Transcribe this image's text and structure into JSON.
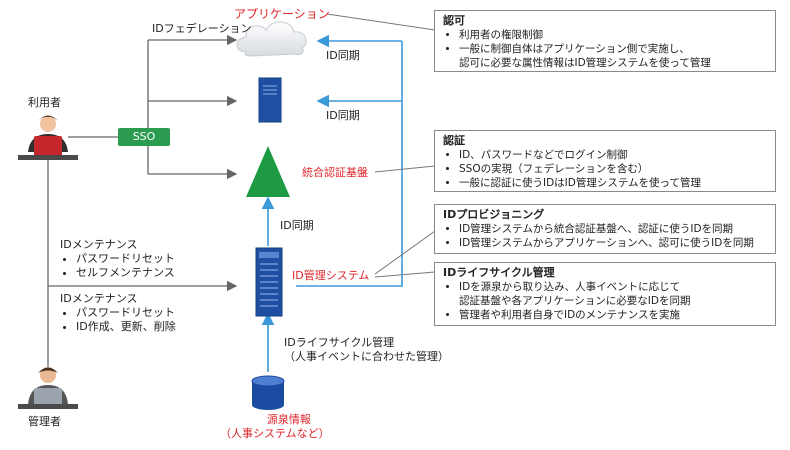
{
  "nodes": {
    "application": "アプリケーション",
    "auth_platform": "統合認証基盤",
    "id_system": "ID管理システム",
    "source": [
      "源泉情報",
      "（人事システムなど）"
    ],
    "user": "利用者",
    "admin": "管理者",
    "sso": "SSO"
  },
  "edges": {
    "federation": "IDフェデレーション",
    "idsync_1": "ID同期",
    "idsync_2": "ID同期",
    "idsync_3": "ID同期",
    "lifecycle": [
      "IDライフサイクル管理",
      "（人事イベントに合わせた管理）"
    ]
  },
  "user_maintenance": {
    "title": "IDメンテナンス",
    "items": [
      "パスワードリセット",
      "セルフメンテナンス"
    ]
  },
  "admin_maintenance": {
    "title": "IDメンテナンス",
    "items": [
      "パスワードリセット",
      "ID作成、更新、削除"
    ]
  },
  "callouts": [
    {
      "title": "認可",
      "items": [
        "利用者の権限制御",
        "一般に制御自体はアプリケーション側で実施し、\n認可に必要な属性情報はID管理システムを使って管理"
      ]
    },
    {
      "title": "認証",
      "items": [
        "ID、パスワードなどでログイン制御",
        "SSOの実現（フェデレーションを含む）",
        "一般に認証に使うIDはID管理システムを使って管理"
      ]
    },
    {
      "title": "IDプロビジョニング",
      "items": [
        "ID管理システムから統合認証基盤へ、認証に使うIDを同期",
        "ID管理システムからアプリケーションへ、認可に使うIDを同期"
      ]
    },
    {
      "title": "IDライフサイクル管理",
      "items": [
        "IDを源泉から取り込み、人事イベントに応じて\n認証基盤や各アプリケーションに必要なIDを同期",
        "管理者や利用者自身でIDのメンテナンスを実施"
      ]
    }
  ],
  "colors": {
    "red": "#e0252a",
    "green": "#2b9b4f",
    "blue": "#1a5fb4",
    "arrow": "#3a9ad9",
    "line": "#666666"
  },
  "icons": [
    "cloud-icon",
    "server-icon",
    "triangle-icon",
    "server-rack-icon",
    "database-icon",
    "user-person-icon",
    "admin-person-icon"
  ]
}
